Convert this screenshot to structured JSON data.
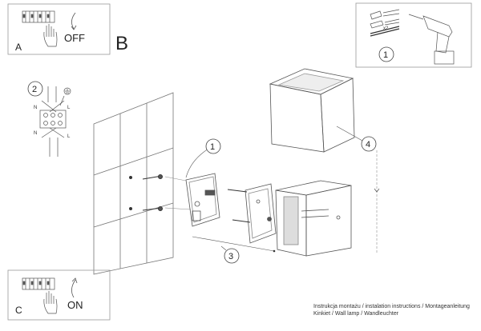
{
  "panels": {
    "a": {
      "letter": "A",
      "action": "OFF"
    },
    "c": {
      "letter": "C",
      "action": "ON"
    },
    "b": {
      "letter": "B"
    },
    "tools": {
      "multiplier": "x2",
      "step": "1"
    }
  },
  "wiring": {
    "step": "2",
    "left_label_top": "N",
    "right_label_top": "L",
    "left_label_bottom": "N",
    "right_label_bottom": "L"
  },
  "callouts": {
    "mount_plate": "1",
    "screw_spacing": "3",
    "lamp": "4"
  },
  "caption": {
    "line1": "Instrukcja montażu / instalation instructions / Montageanleitung",
    "line2": "Kinkiet / Wall lamp / Wandleuchter"
  },
  "colors": {
    "line": "#444444",
    "light_line": "#888888",
    "border": "#999999"
  }
}
